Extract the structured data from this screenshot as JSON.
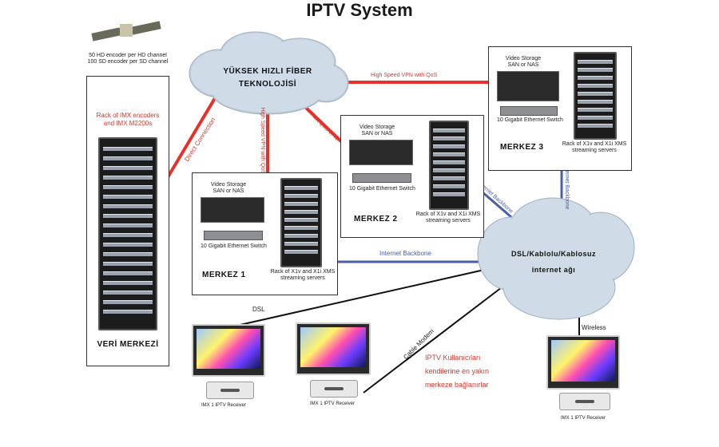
{
  "title": "IPTV System",
  "satellite": {
    "caption_1": "50 HD encoder per HD channel",
    "caption_2": "100 SD encoder per SD channel"
  },
  "data_center": {
    "rack_caption_1": "Rack of IMX encoders",
    "rack_caption_2": "and IMX M2200s",
    "label": "VERİ MERKEZİ"
  },
  "fiber_cloud": {
    "line_1": "YÜKSEK HIZLI FİBER",
    "line_2": "TEKNOLOJİSİ"
  },
  "internet_cloud": {
    "line_1": "DSL/Kablolu/Kablosuz",
    "line_2": "internet ağı"
  },
  "links": {
    "direct": "Direct Connection",
    "vpn_qos": "High Speed VPN with QoS",
    "vpn_qos_vertical": "High Speed VPN with QoS",
    "fast_qos": "Fast QoS VPN",
    "backbone": "Internet Backbone",
    "backbone_diag": "Internet Backbone",
    "backbone_vert": "Internet Backbone",
    "dsl": "DSL",
    "cable": "Cable Modem",
    "wireless": "Wireless"
  },
  "centers": [
    {
      "label": "MERKEZ 1",
      "storage_1": "Video Storage",
      "storage_2": "SAN or NAS",
      "switch": "10 Gigabit Ethernet Switch",
      "servers_1": "Rack of X1v and X1i XMS",
      "servers_2": "streaming servers"
    },
    {
      "label": "MERKEZ 2",
      "storage_1": "Video Storage",
      "storage_2": "SAN or NAS",
      "switch": "10 Gigabit Ethernet Switch",
      "servers_1": "Rack of X1v and X1i XMS",
      "servers_2": "streaming servers"
    },
    {
      "label": "MERKEZ 3",
      "storage_1": "Video Storage",
      "storage_2": "SAN or NAS",
      "switch": "10 Gigabit Ethernet Switch",
      "servers_1": "Rack of X1v and X1i XMS",
      "servers_2": "streaming servers"
    }
  ],
  "receivers": [
    "IMX 1 IPTV Receiver",
    "IMX 1 IPTV Receiver",
    "IMX 1 IPTV Receiver"
  ],
  "note": {
    "line_1": "IPTV Kullanıcıları",
    "line_2": "kendilerine en yakın",
    "line_3": "merkeze bağlanırlar"
  },
  "colors": {
    "red_link": "#e8302a",
    "blue_link": "#4a5fa8",
    "black_link": "#111111",
    "cloud": "#c9d5e0"
  }
}
